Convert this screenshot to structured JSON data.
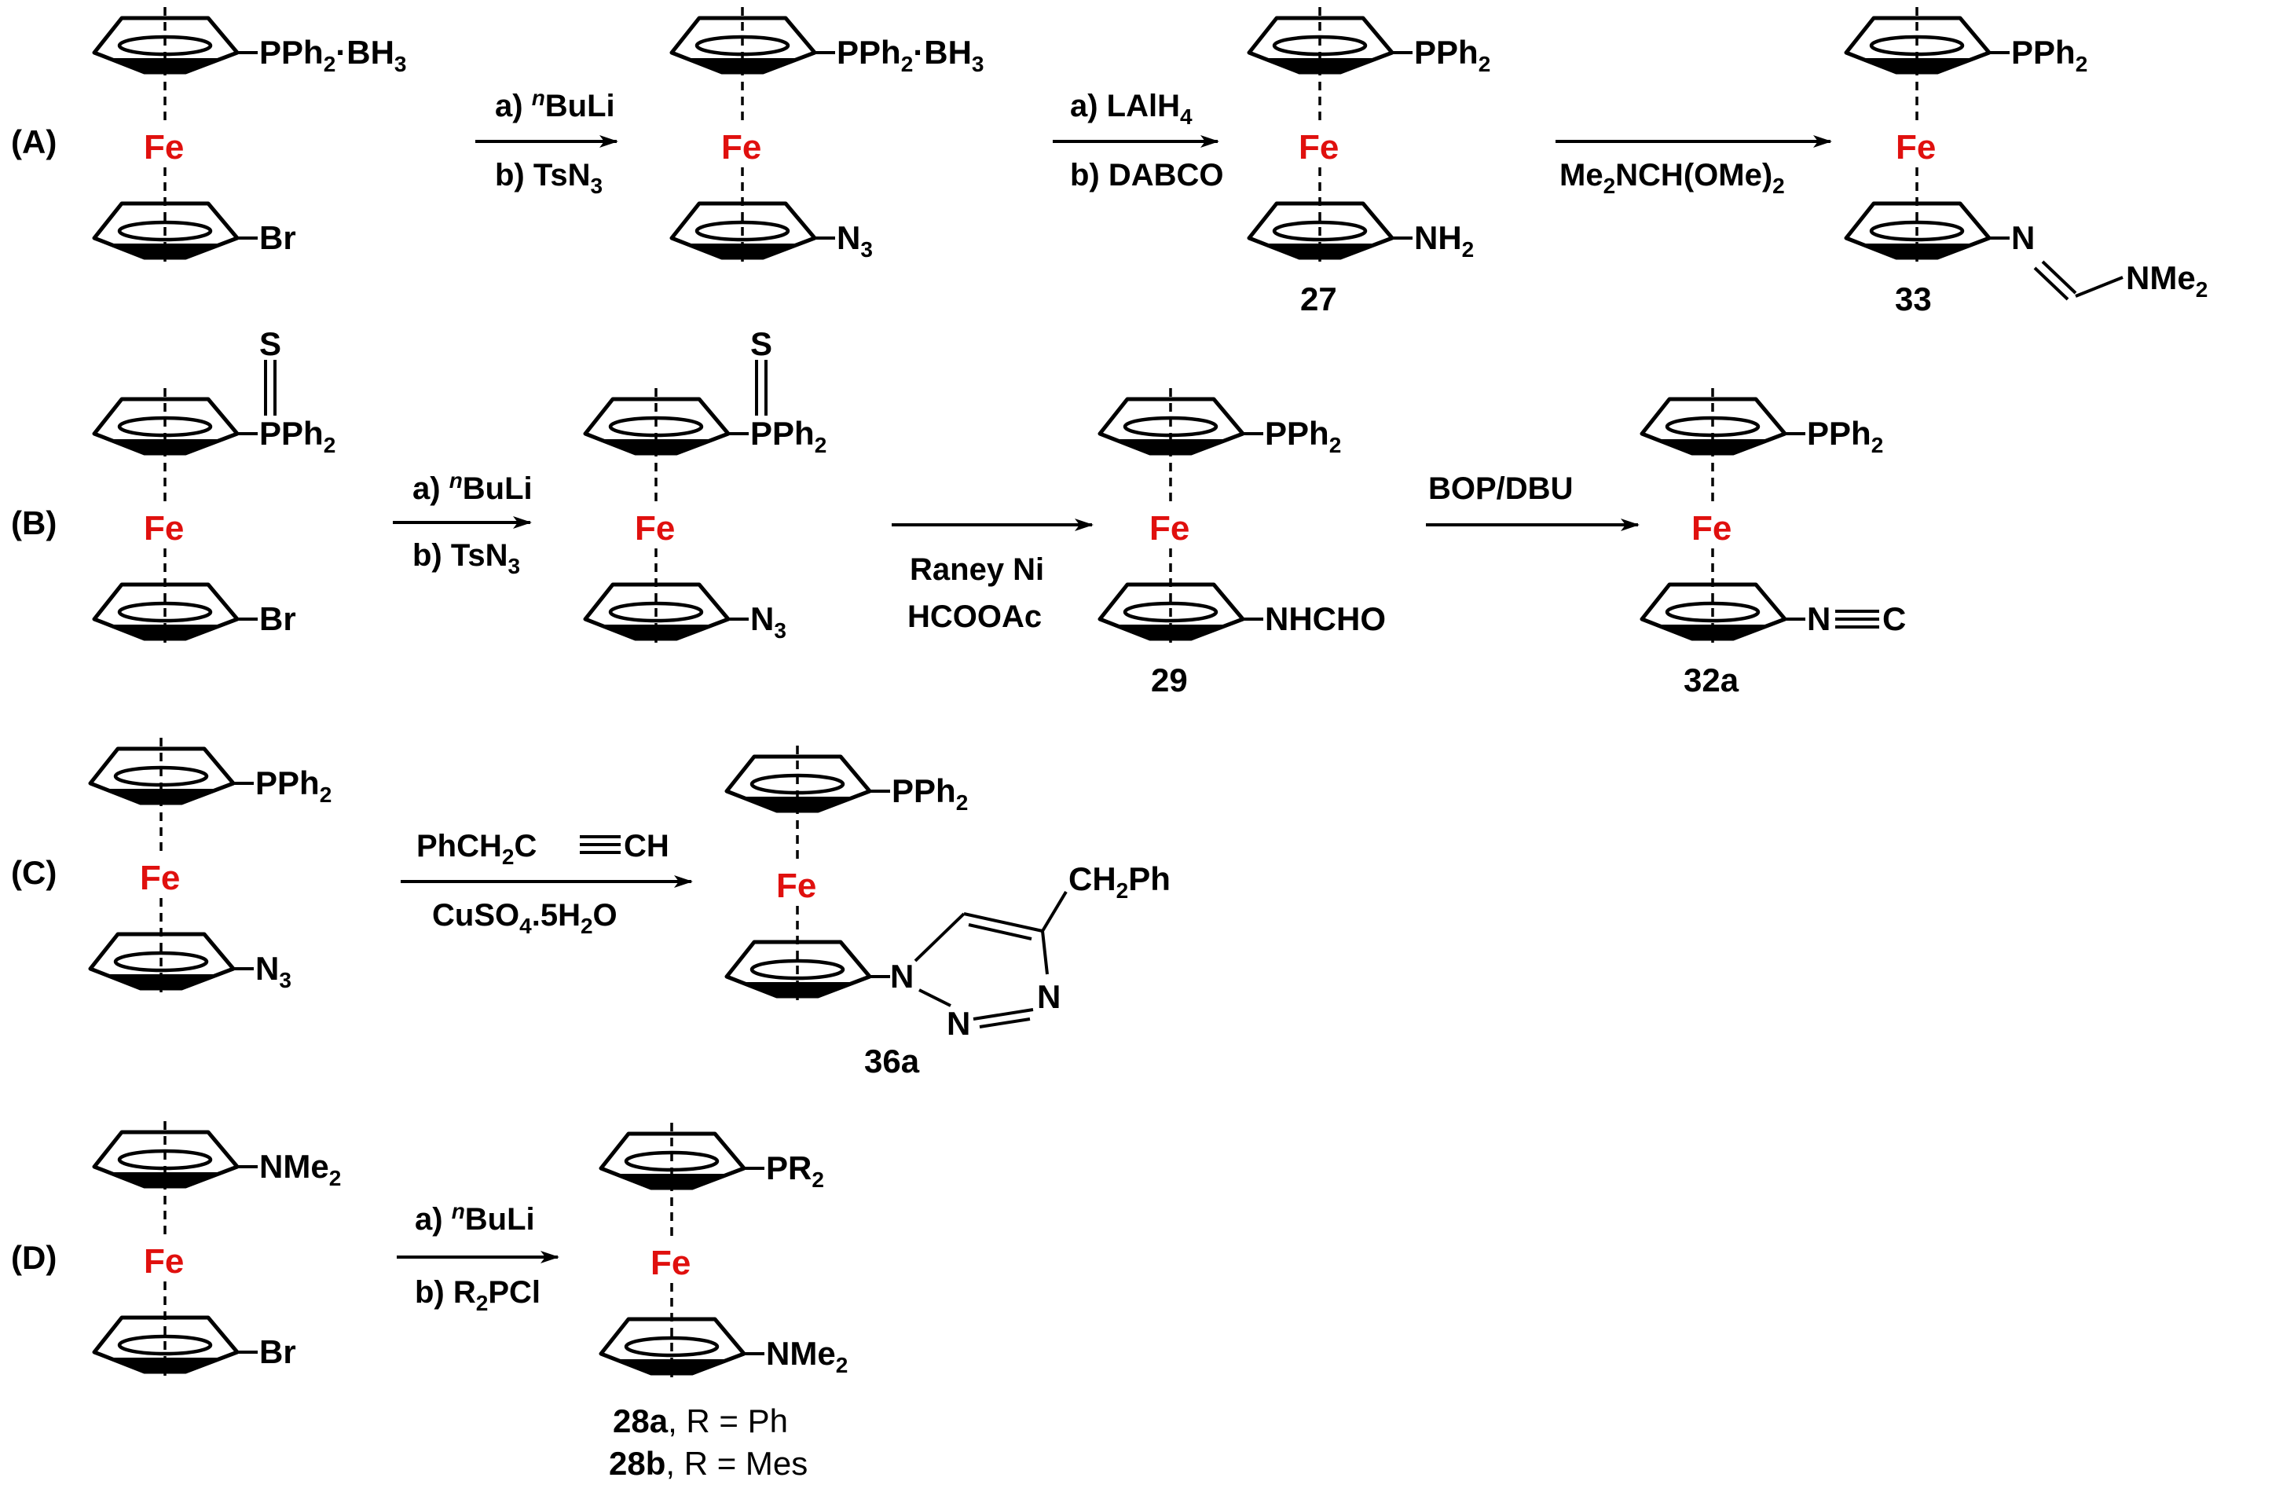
{
  "colors": {
    "iron": "#e0100e",
    "ink": "#000000",
    "background": "#ffffff"
  },
  "metal": "Fe",
  "section_labels": {
    "A": "(A)",
    "B": "(B)",
    "C": "(C)",
    "D": "(D)"
  },
  "substituents": {
    "pph2": "PPh",
    "pph2_sub": "2",
    "pph2bh3_a": "PPh",
    "pph2bh3_sub": "2",
    "pph2bh3_b": "·BH",
    "pph2bh3_sub2": "3",
    "br": "Br",
    "n3": "N",
    "n3_sub": "3",
    "nh2": "NH",
    "nh2_sub": "2",
    "imine_n": "N",
    "nme2": "NMe",
    "nme2_sub": "2",
    "thio_s": "S",
    "nhcho": "NHCHO",
    "isocyanide_n": "N",
    "isocyanide_c": "C",
    "ch2ph": "CH",
    "ch2ph_sub": "2",
    "ch2ph_tail": "Ph",
    "triazole_n": "N",
    "pr2": "PR",
    "pr2_sub": "2"
  },
  "reagents": {
    "a1_a": "a) ",
    "a1_sup": "n",
    "a1_b": "BuLi",
    "a1_c": "b) TsN",
    "a1_c_sub": "3",
    "a2_a": "a) LAlH",
    "a2_a_sub": "4",
    "a2_b": "b) DABCO",
    "a3_a": "Me",
    "a3_sub1": "2",
    "a3_b": "NCH(OMe)",
    "a3_sub2": "2",
    "b1_a": "a) ",
    "b1_sup": "n",
    "b1_b": "BuLi",
    "b1_c": "b) TsN",
    "b1_c_sub": "3",
    "b2_a": "Raney Ni",
    "b2_b": "HCOOAc",
    "b3": "BOP/DBU",
    "c1_a": "PhCH",
    "c1_sub": "2",
    "c1_b": "C",
    "c1_c": "CH",
    "c1_d": "CuSO",
    "c1_d_sub": "4",
    "c1_e": ".5H",
    "c1_e_sub": "2",
    "c1_f": "O",
    "d1_a": "a) ",
    "d1_sup": "n",
    "d1_b": "BuLi",
    "d1_c": "b) R",
    "d1_c_sub": "2",
    "d1_d": "PCl"
  },
  "compounds": {
    "c27": "27",
    "c33": "33",
    "c29": "29",
    "c32a": "32a",
    "c36a": "36a",
    "c28a": "28a",
    "c28a_def": ", R = Ph",
    "c28b": "28b",
    "c28b_def": ", R = Mes"
  }
}
